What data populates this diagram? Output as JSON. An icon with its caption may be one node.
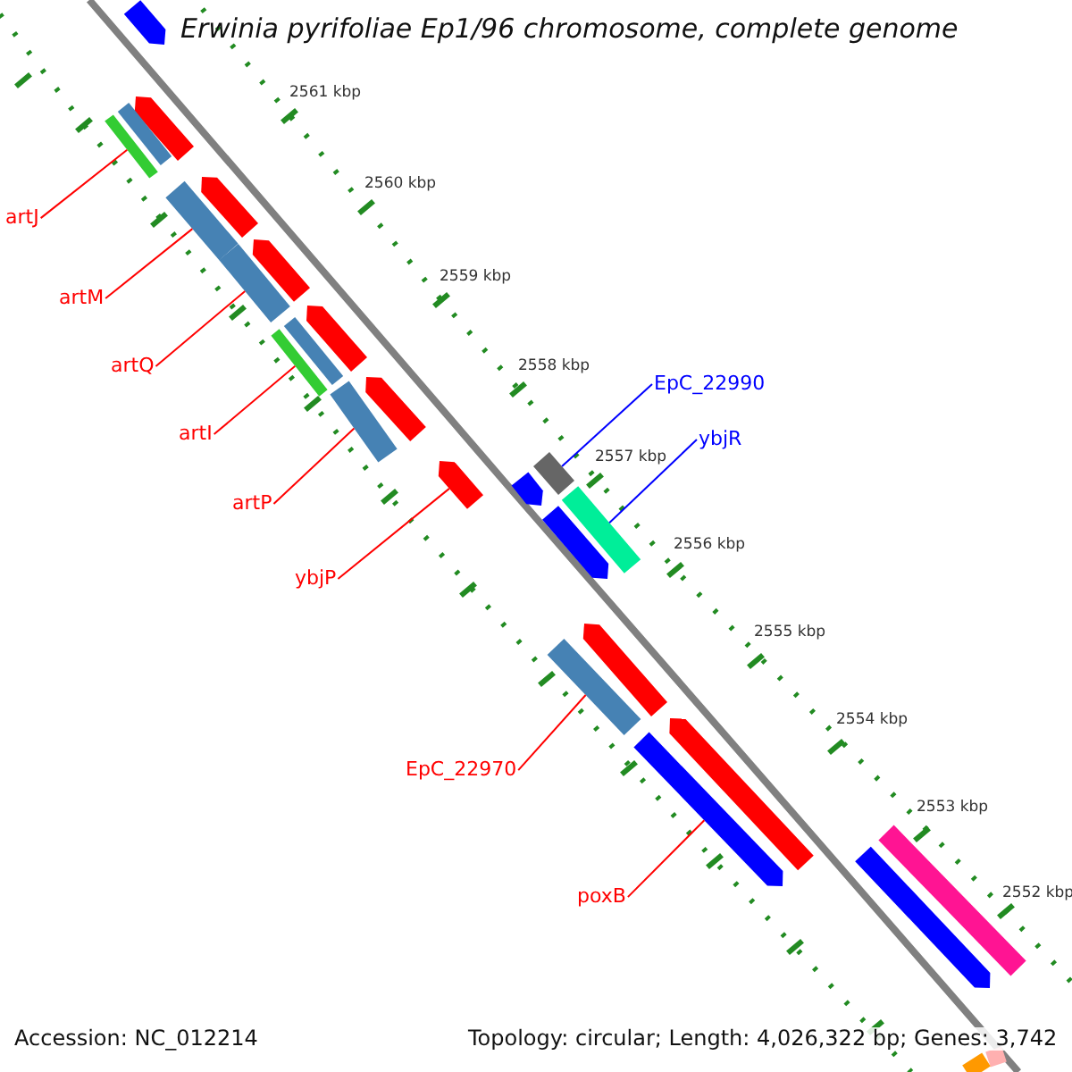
{
  "diagram": {
    "title": "Erwinia pyrifoliae Ep1/96 chromosome, complete genome",
    "nodes": [
      {
        "text": [
          "artJ"
        ]
      },
      {
        "text": [
          "artM"
        ]
      },
      {
        "text": [
          "artQ"
        ]
      },
      {
        "text": [
          "EpC_22990"
        ]
      },
      {
        "text": [
          "artI"
        ]
      },
      {
        "text": [
          "ybjR"
        ]
      },
      {
        "text": [
          "artP"
        ]
      },
      {
        "text": [
          "ybjP"
        ]
      },
      {
        "text": [
          "EpC_22970"
        ]
      },
      {
        "text": [
          "poxB"
        ]
      },
      {
        "text": [],
        "shape": "bar"
      },
      {
        "text": [],
        "shape": "bar"
      },
      {
        "text": [],
        "shape": "bar"
      },
      {
        "text": [],
        "shape": "bar"
      },
      {
        "text": [],
        "shape": "bar"
      },
      {
        "text": [],
        "shape": "pentagon"
      },
      {
        "text": [],
        "shape": "bar"
      },
      {
        "text": [],
        "shape": "bar"
      },
      {
        "text": [],
        "shape": "bar"
      },
      {
        "text": [],
        "shape": "pentagon"
      },
      {
        "text": [],
        "shape": "pentagon"
      },
      {
        "text": [],
        "shape": "pentagon"
      },
      {
        "text": [],
        "shape": "bar"
      },
      {
        "text": [],
        "shape": "pentagon"
      },
      {
        "text": [],
        "shape": "pentagon"
      },
      {
        "text": [],
        "shape": "pentagon"
      },
      {
        "text": [],
        "shape": "bar"
      },
      {
        "text": [],
        "shape": "pentagon"
      },
      {
        "text": [],
        "shape": "pentagon"
      },
      {
        "text": [],
        "shape": "pentagon"
      },
      {
        "text": [],
        "shape": "pentagon"
      },
      {
        "text": [],
        "shape": "pentagon"
      },
      {
        "text": [],
        "shape": "bar"
      },
      {
        "text": [],
        "shape": "pentagon"
      },
      {
        "text": [],
        "shape": "bar"
      },
      {
        "text": [],
        "shape": "bar"
      }
    ],
    "edges": [
      {
        "from": 0,
        "to": 10,
        "arrow": "none"
      },
      {
        "from": 1,
        "to": 11,
        "arrow": "none"
      },
      {
        "from": 2,
        "to": 12,
        "arrow": "none"
      },
      {
        "from": 3,
        "to": 16,
        "arrow": "none",
        "color": "#0000ff"
      },
      {
        "from": 4,
        "to": 13,
        "arrow": "none"
      },
      {
        "from": 5,
        "to": 17,
        "arrow": "none",
        "color": "#0000ff"
      },
      {
        "from": 6,
        "to": 14,
        "arrow": "none"
      },
      {
        "from": 7,
        "to": 15,
        "arrow": "none"
      },
      {
        "from": 8,
        "to": 18,
        "arrow": "none"
      },
      {
        "from": 9,
        "to": 19,
        "arrow": "none"
      }
    ],
    "labels": [
      "2561 kbp",
      "2560 kbp",
      "2559 kbp",
      "2558 kbp",
      "2557 kbp",
      "2556 kbp",
      "2555 kbp",
      "2554 kbp",
      "2553 kbp",
      "2552 kbp",
      "Accession: NC_012214",
      "Topology: circular; Length: 4,026,322 bp; Genes: 3,742"
    ]
  }
}
